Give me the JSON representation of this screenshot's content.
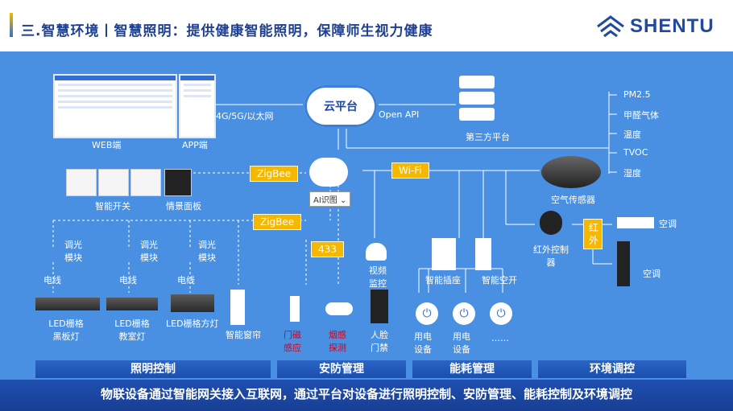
{
  "header": {
    "title": "三.智慧环境丨智慧照明：提供健康智能照明，保障师生视力健康",
    "logo_text": "SHENTU"
  },
  "top": {
    "web_label": "WEB端",
    "app_label": "APP端",
    "network_label": "4G/5G/以太网",
    "cloud_label": "云平台",
    "open_api_label": "Open API",
    "third_party_label": "第三方平台"
  },
  "sensors": [
    "PM2.5",
    "甲醛气体",
    "温度",
    "TVOC",
    "湿度"
  ],
  "air_sensor_label": "空气传感器",
  "protocols": {
    "zigbee_1": "ZigBee",
    "zigbee_2": "ZigBee",
    "wifi": "Wi-Fi",
    "p433": "433",
    "infrared": "红外"
  },
  "ai_popup": "AI识图",
  "switches": {
    "smart_switch_label": "智能开关",
    "scene_panel_label": "情景面板"
  },
  "lighting": {
    "dimmer_labels": [
      "调光模块",
      "调光模块",
      "调光模块"
    ],
    "wire_labels": [
      "电线",
      "电线",
      "电线"
    ],
    "lamp_labels": [
      "LED栅格黑板灯",
      "LED栅格教室灯",
      "LED栅格方灯"
    ],
    "curtain_label": "智能窗帘"
  },
  "security": {
    "door_label": "门磁感应",
    "smoke_label": "烟感探测",
    "face_label": "人脸门禁",
    "video_label": "视频监控"
  },
  "energy": {
    "socket_label": "智能插座",
    "breaker_label": "智能空开",
    "device_labels": [
      "用电设备",
      "用电设备"
    ],
    "more": "……"
  },
  "climate": {
    "ir_label": "红外控制器",
    "ac_labels": [
      "空调",
      "空调"
    ]
  },
  "tabs": [
    "照明控制",
    "安防管理",
    "能耗管理",
    "环境调控"
  ],
  "footer": "物联设备通过智能网关接入互联网，通过平台对设备进行照明控制、安防管理、能耗控制及环境调控",
  "colors": {
    "background": "#4a90e2",
    "accent": "#f5b800",
    "brand": "#1f4aa0"
  }
}
